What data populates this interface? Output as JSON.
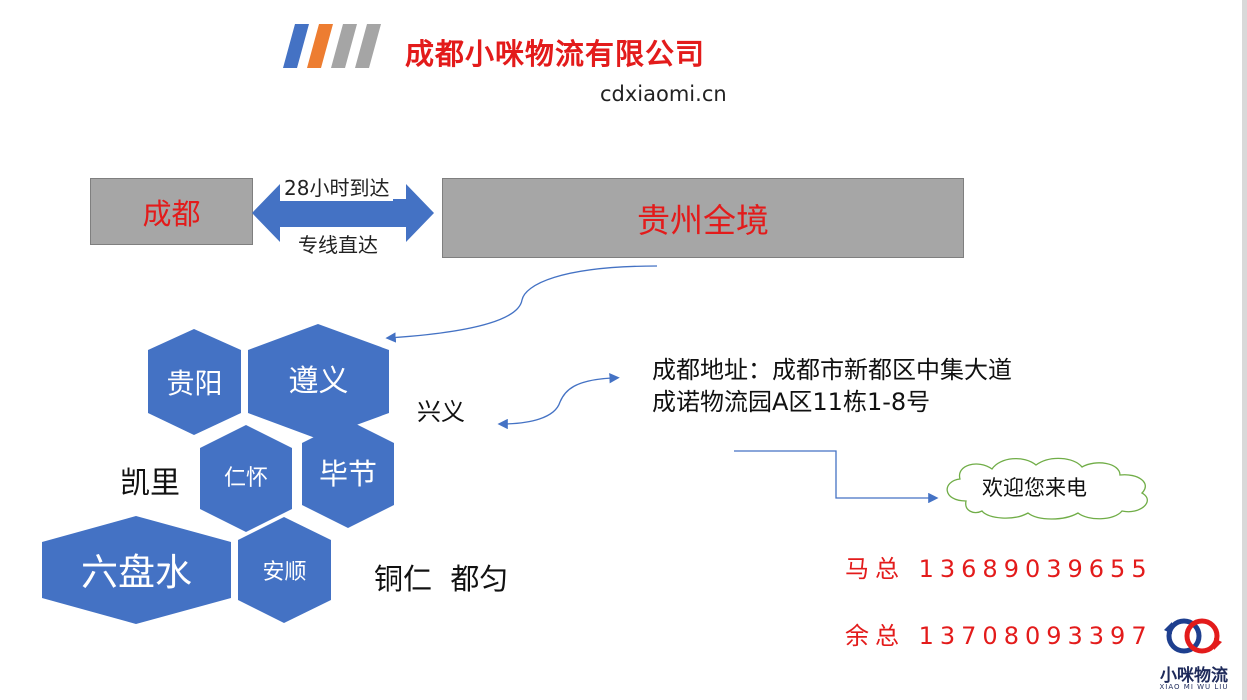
{
  "header": {
    "company_name": "成都小咪物流有限公司",
    "website": "cdxiaomi.cn"
  },
  "route": {
    "origin": "成都",
    "destination": "贵州全境",
    "arrow_top_label": "28小时到达",
    "arrow_bottom_label": "专线直达"
  },
  "cities": {
    "guiyang": "贵阳",
    "zunyi": "遵义",
    "xingyi": "兴义",
    "kaili": "凯里",
    "renhuai": "仁怀",
    "bijie": "毕节",
    "liupanshui": "六盘水",
    "anshun": "安顺",
    "tongren_duyun": "铜仁  都匀"
  },
  "address": {
    "line1": "成都地址：成都市新都区中集大道",
    "line2": "成诺物流园A区11栋1-8号"
  },
  "cloud_text": "欢迎您来电",
  "contacts": [
    {
      "text": "马总 13689039655"
    },
    {
      "text": "余总 13708093397"
    }
  ],
  "logo": {
    "name": "小咪物流",
    "sub": "XIAO MI WU LIU"
  },
  "colors": {
    "hex_blue": "#4472c4",
    "accent_red": "#e31b1b",
    "stripe_orange": "#ed7d31",
    "stripe_grey": "#a5a5a5",
    "cloud_green": "#70ad47"
  }
}
